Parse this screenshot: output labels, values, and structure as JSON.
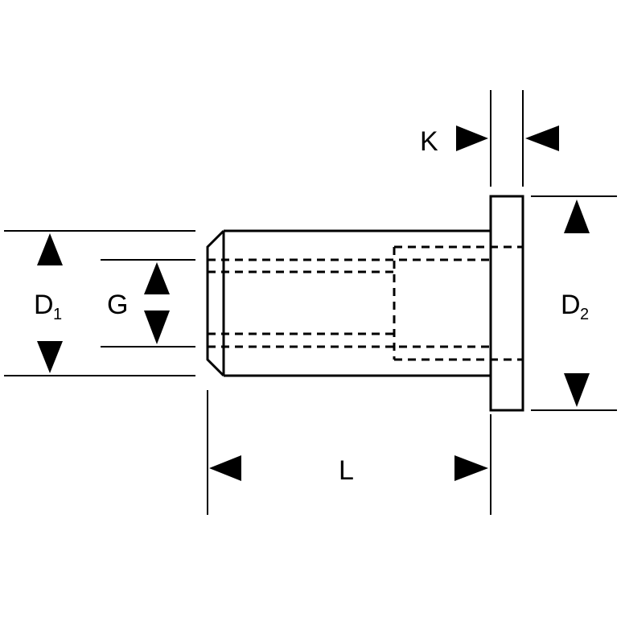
{
  "labels": {
    "d1": "D",
    "d1_sub": "1",
    "g": "G",
    "d2": "D",
    "d2_sub": "2",
    "l": "L",
    "k": "K"
  },
  "colors": {
    "line": "#000000",
    "background": "#ffffff"
  }
}
